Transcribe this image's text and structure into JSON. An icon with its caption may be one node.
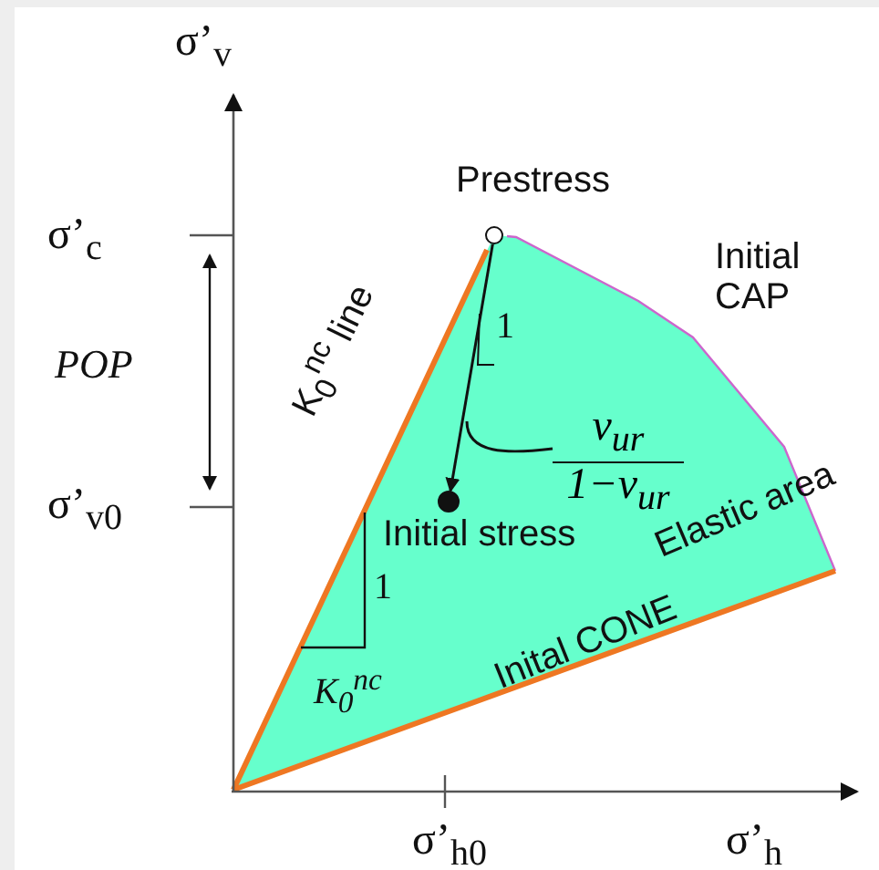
{
  "diagram": {
    "nodes": [
      {
        "text": [],
        "shape": "circle",
        "beside": [
          "Prestress"
        ]
      },
      {
        "text": [],
        "shape": "circle",
        "beside": [
          "Initial stress"
        ]
      },
      {
        "text": [
          "ν$_{ur}$",
          "1−ν$_{ur}$"
        ]
      }
    ],
    "edges": [
      {
        "from": 0,
        "to": 1,
        "arrow": "to"
      },
      {
        "from": 2,
        "to": null,
        "arrow": "none"
      }
    ],
    "labels": [
      "σ’$_{v}$",
      "σ’$_{c}$",
      "Initial CAP",
      "POP",
      "1",
      "K$_{0}$$^{nc}$ line",
      "σ’$_{v0}$",
      "Elastic area",
      "1",
      "K$_{0}$$^{nc}$",
      "Inital CONE",
      "σ’$_{h0}$",
      "σ’$_{h}$"
    ]
  }
}
